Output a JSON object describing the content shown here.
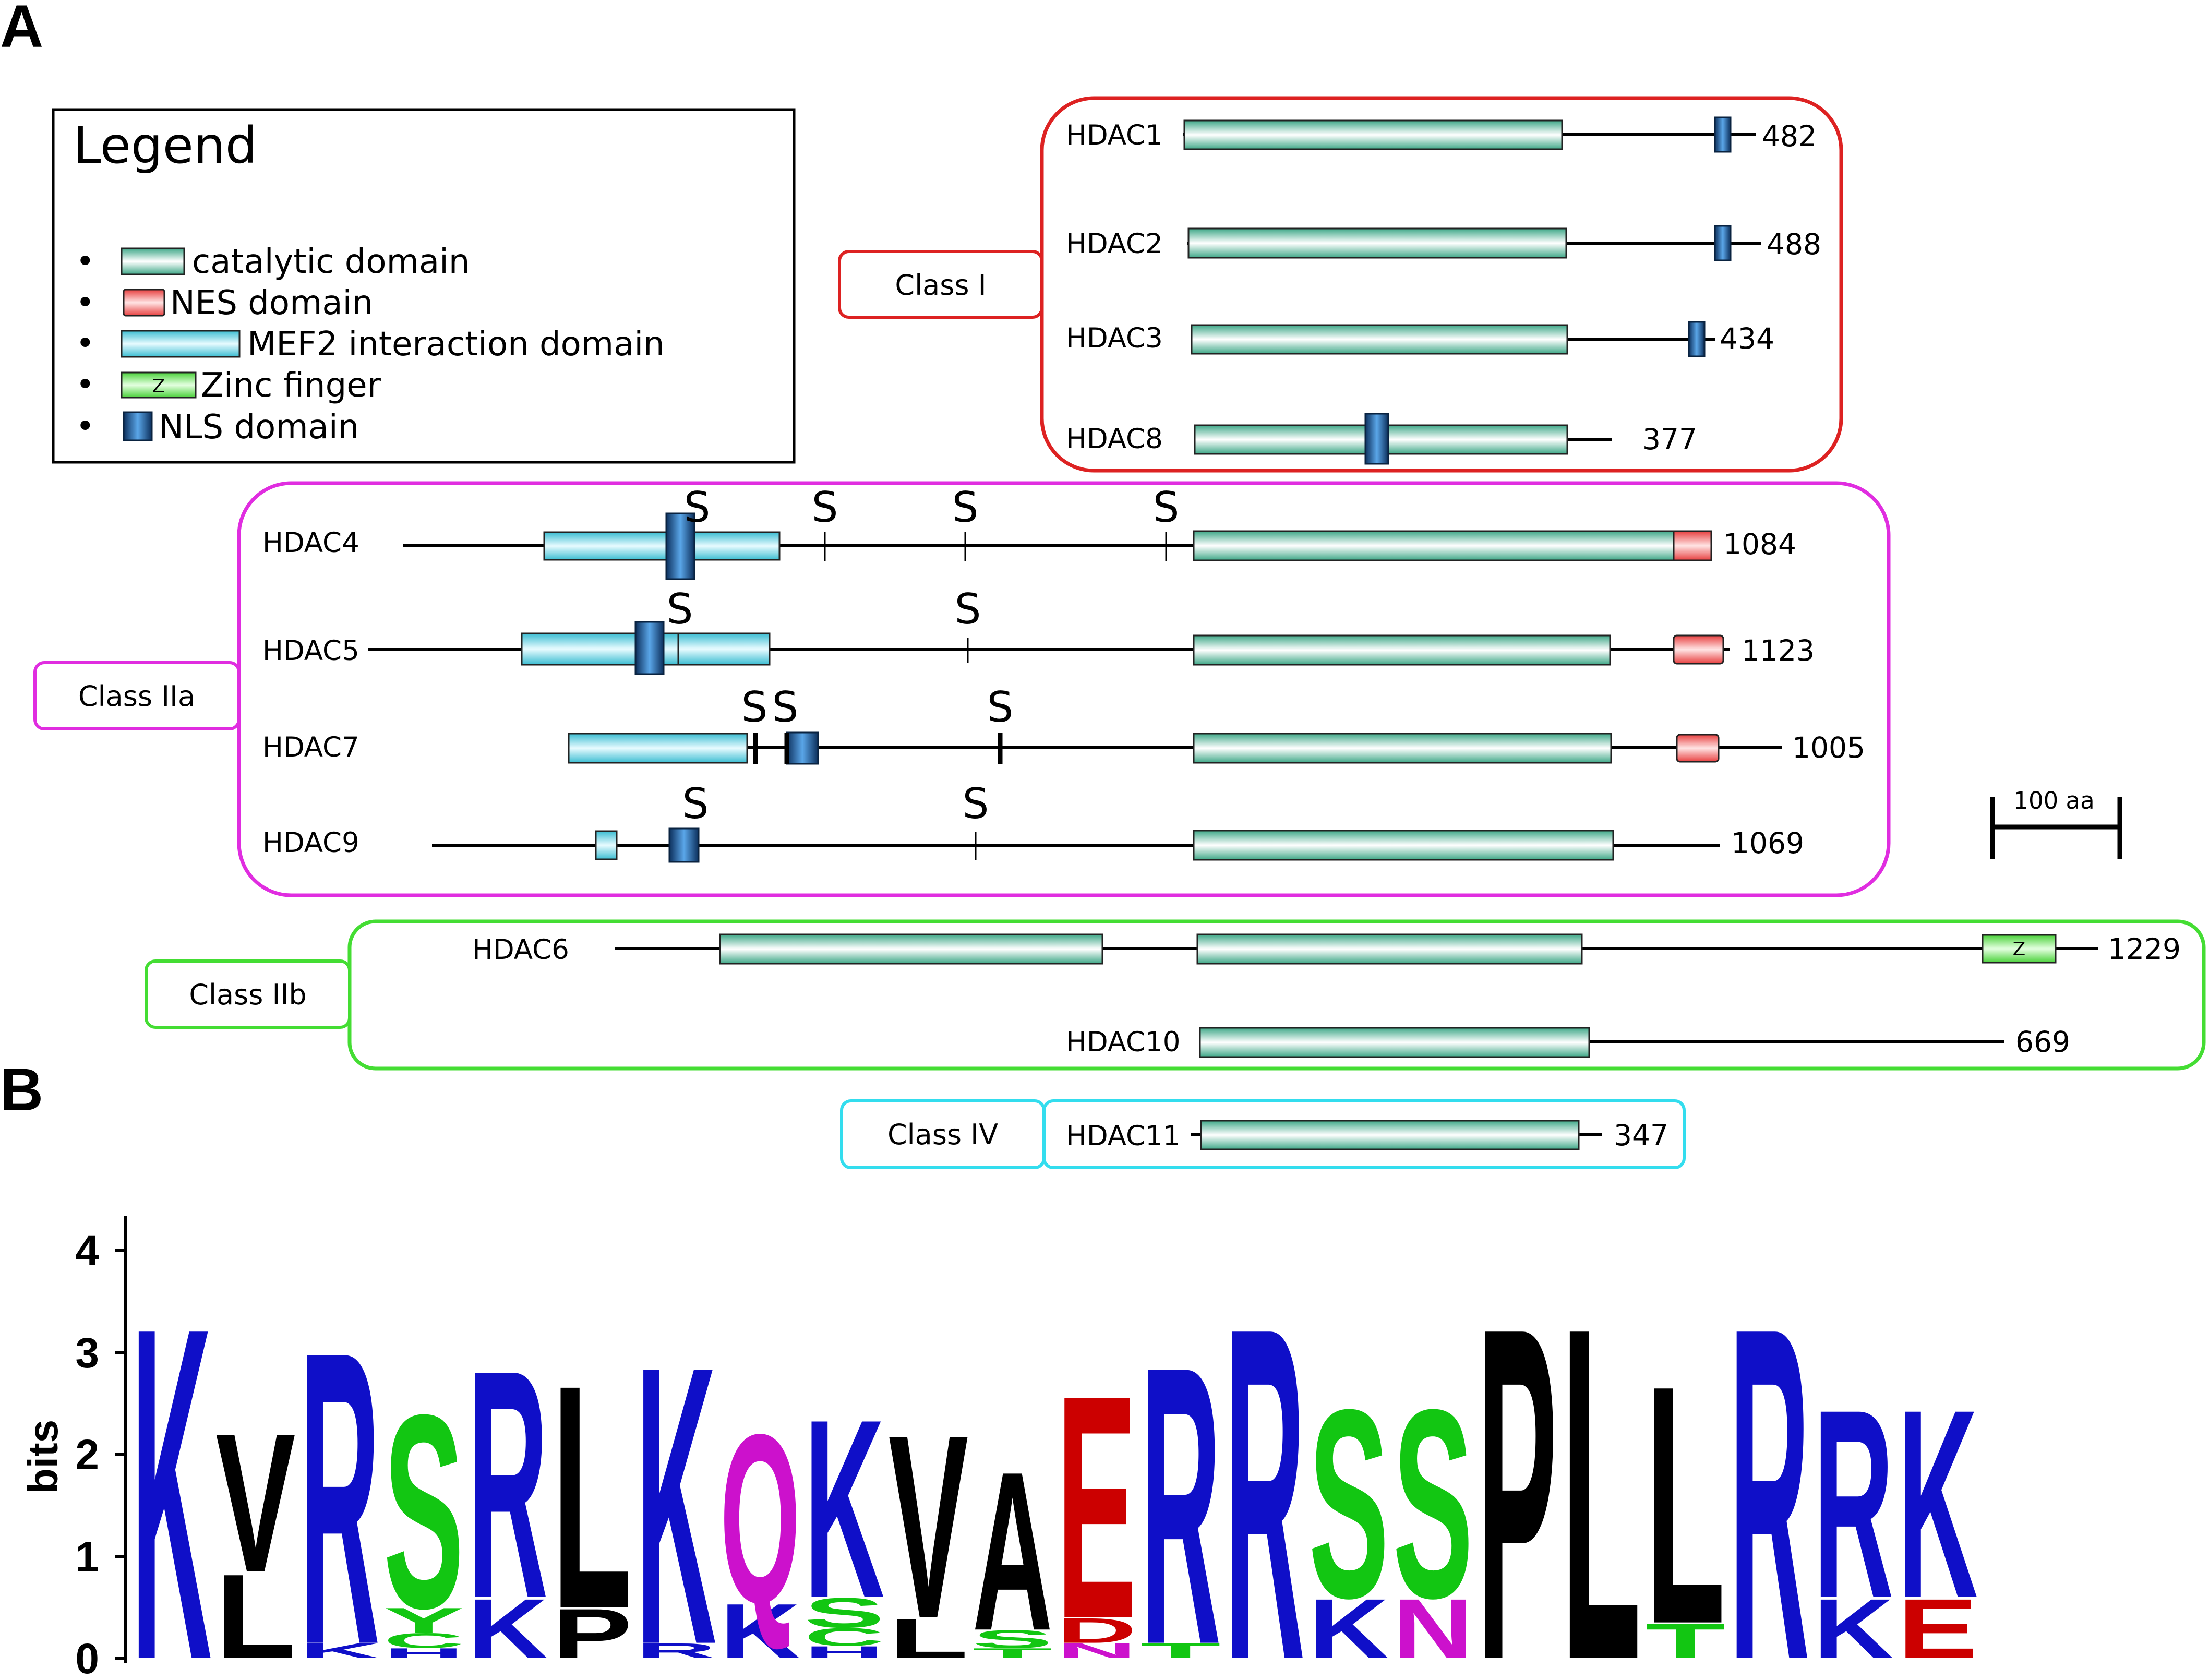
{
  "panel_labels": {
    "a": "A",
    "b": "B"
  },
  "legend": {
    "title": "Legend",
    "bullet": "•",
    "items": [
      {
        "label": "catalytic domain",
        "type": "catalytic"
      },
      {
        "label": "NES domain",
        "type": "nes"
      },
      {
        "label": "MEF2 interaction domain",
        "type": "mef2"
      },
      {
        "label": "Zinc finger",
        "type": "zinc",
        "glyph": "Z"
      },
      {
        "label": "NLS domain",
        "type": "nls"
      }
    ]
  },
  "classes": [
    {
      "name": "Class I",
      "color": "#dd2222"
    },
    {
      "name": "Class IIa",
      "color": "#e02de0"
    },
    {
      "name": "Class IIb",
      "color": "#44dd33"
    },
    {
      "name": "Class IV",
      "color": "#33ddee"
    }
  ],
  "proteins": [
    {
      "name": "HDAC1",
      "length": "482"
    },
    {
      "name": "HDAC2",
      "length": "488"
    },
    {
      "name": "HDAC3",
      "length": "434"
    },
    {
      "name": "HDAC8",
      "length": "377"
    },
    {
      "name": "HDAC4",
      "length": "1084"
    },
    {
      "name": "HDAC5",
      "length": "1123"
    },
    {
      "name": "HDAC7",
      "length": "1005"
    },
    {
      "name": "HDAC9",
      "length": "1069"
    },
    {
      "name": "HDAC6",
      "length": "1229"
    },
    {
      "name": "HDAC10",
      "length": "669"
    },
    {
      "name": "HDAC11",
      "length": "347"
    }
  ],
  "serine_label": "S",
  "zinc_glyph": "Z",
  "scale_bar_label": "100 aa",
  "colors": {
    "catalytic": "#5fbfa0",
    "nes": "#ee5555",
    "mef2": "#55ccdd",
    "zinc": "#66dd55",
    "nls": "#1a5a9a",
    "amino_blue": "#0f0fc8",
    "amino_green": "#12c612",
    "amino_red": "#cc0000",
    "amino_magenta": "#cc11cc",
    "amino_black": "#000000"
  },
  "logo": {
    "ylabel": "bits",
    "y_ticks": [
      "0",
      "1",
      "2",
      "3",
      "4"
    ],
    "ylim": [
      0,
      4.2
    ],
    "positions": [
      [
        {
          "l": "K",
          "h": 3.35,
          "c": "#0f0fc8"
        }
      ],
      [
        {
          "l": "L",
          "h": 0.85,
          "c": "#000000"
        },
        {
          "l": "V",
          "h": 1.4,
          "c": "#000000"
        }
      ],
      [
        {
          "l": "K",
          "h": 0.15,
          "c": "#0f0fc8"
        },
        {
          "l": "R",
          "h": 2.95,
          "c": "#0f0fc8"
        }
      ],
      [
        {
          "l": "H",
          "h": 0.1,
          "c": "#0f0fc8"
        },
        {
          "l": "C",
          "h": 0.15,
          "c": "#12c612"
        },
        {
          "l": "Y",
          "h": 0.25,
          "c": "#12c612"
        },
        {
          "l": "S",
          "h": 1.95,
          "c": "#12c612"
        }
      ],
      [
        {
          "l": "K",
          "h": 0.6,
          "c": "#0f0fc8"
        },
        {
          "l": "R",
          "h": 2.3,
          "c": "#0f0fc8"
        }
      ],
      [
        {
          "l": "P",
          "h": 0.5,
          "c": "#000000"
        },
        {
          "l": "L",
          "h": 2.25,
          "c": "#000000"
        }
      ],
      [
        {
          "l": "R",
          "h": 0.15,
          "c": "#0f0fc8"
        },
        {
          "l": "K",
          "h": 2.8,
          "c": "#0f0fc8"
        }
      ],
      [
        {
          "l": "K",
          "h": 0.55,
          "c": "#0f0fc8"
        },
        {
          "l": "Q",
          "h": 1.7,
          "c": "#cc11cc"
        }
      ],
      [
        {
          "l": "H",
          "h": 0.12,
          "c": "#0f0fc8"
        },
        {
          "l": "C",
          "h": 0.18,
          "c": "#12c612"
        },
        {
          "l": "S",
          "h": 0.3,
          "c": "#12c612"
        },
        {
          "l": "K",
          "h": 1.8,
          "c": "#0f0fc8"
        }
      ],
      [
        {
          "l": "L",
          "h": 0.4,
          "c": "#000000"
        },
        {
          "l": "V",
          "h": 1.85,
          "c": "#000000"
        }
      ],
      [
        {
          "l": "T",
          "h": 0.1,
          "c": "#12c612"
        },
        {
          "l": "S",
          "h": 0.18,
          "c": "#12c612"
        },
        {
          "l": "A",
          "h": 1.6,
          "c": "#000000"
        }
      ],
      [
        {
          "l": "N",
          "h": 0.15,
          "c": "#cc11cc"
        },
        {
          "l": "D",
          "h": 0.25,
          "c": "#cc0000"
        },
        {
          "l": "E",
          "h": 2.25,
          "c": "#cc0000"
        }
      ],
      [
        {
          "l": "T",
          "h": 0.15,
          "c": "#12c612"
        },
        {
          "l": "R",
          "h": 2.8,
          "c": "#0f0fc8"
        }
      ],
      [
        {
          "l": "R",
          "h": 3.35,
          "c": "#0f0fc8"
        }
      ],
      [
        {
          "l": "K",
          "h": 0.6,
          "c": "#0f0fc8"
        },
        {
          "l": "S",
          "h": 1.9,
          "c": "#12c612"
        }
      ],
      [
        {
          "l": "N",
          "h": 0.6,
          "c": "#cc11cc"
        },
        {
          "l": "S",
          "h": 1.9,
          "c": "#12c612"
        }
      ],
      [
        {
          "l": "P",
          "h": 3.35,
          "c": "#000000"
        }
      ],
      [
        {
          "l": "L",
          "h": 3.35,
          "c": "#000000"
        }
      ],
      [
        {
          "l": "T",
          "h": 0.35,
          "c": "#12c612"
        },
        {
          "l": "L",
          "h": 2.4,
          "c": "#000000"
        }
      ],
      [
        {
          "l": "R",
          "h": 3.35,
          "c": "#0f0fc8"
        }
      ],
      [
        {
          "l": "K",
          "h": 0.6,
          "c": "#0f0fc8"
        },
        {
          "l": "R",
          "h": 1.9,
          "c": "#0f0fc8"
        }
      ],
      [
        {
          "l": "E",
          "h": 0.6,
          "c": "#cc0000"
        },
        {
          "l": "K",
          "h": 1.9,
          "c": "#0f0fc8"
        }
      ]
    ]
  }
}
